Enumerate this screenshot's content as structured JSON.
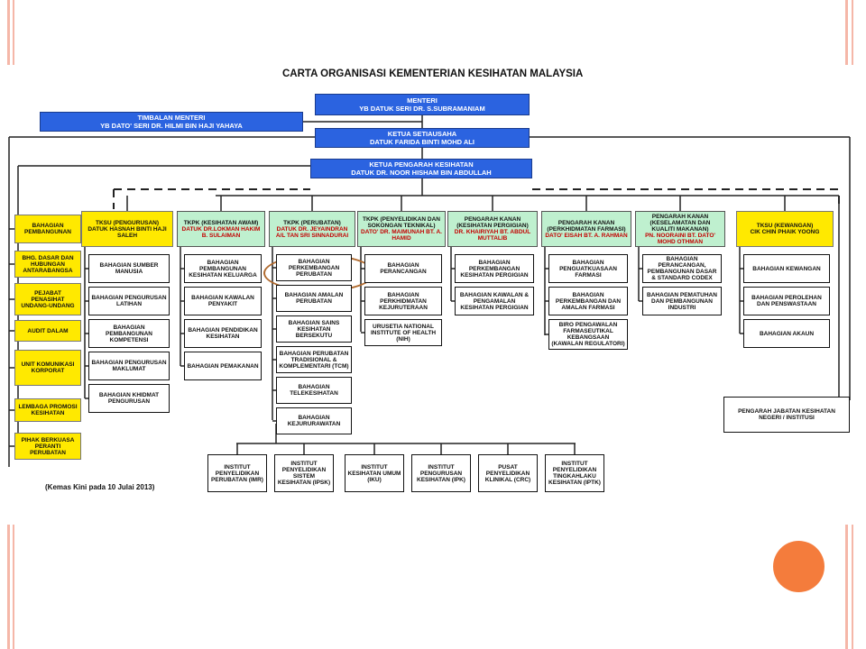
{
  "slide": {
    "accent_color": "#f47c3c",
    "stripe_color": "#f5b7a8",
    "note": "(Kemas Kini pada 10 Julai 2013)"
  },
  "chart": {
    "title": "CARTA ORGANISASI KEMENTERIAN KESIHATAN MALAYSIA",
    "menteri": {
      "role": "MENTERI",
      "name": "YB DATUK SERI DR. S.SUBRAMANIAM"
    },
    "timbalan": {
      "role": "TIMBALAN MENTERI",
      "name": "YB DATO' SERI DR. HILMI BIN HAJI YAHAYA"
    },
    "setiausaha": {
      "role": "KETUA SETIAUSAHA",
      "name": "DATUK FARIDA BINTI MOHD ALI"
    },
    "pengarah": {
      "role": "KETUA PENGARAH KESIHATAN",
      "name": "DATUK DR. NOOR HISHAM BIN ABDULLAH"
    },
    "left_units": [
      "BAHAGIAN PEMBANGUNAN",
      "BHG. DASAR DAN HUBUNGAN ANTARABANGSA",
      "PEJABAT PENASIHAT UNDANG-UNDANG",
      "AUDIT DALAM",
      "UNIT KOMUNIKASI KORPORAT",
      "LEMBAGA PROMOSI KESIHATAN",
      "PIHAK BERKUASA PERANTI PERUBATAN"
    ],
    "columns": [
      {
        "head": "TKSU (PENGURUSAN)",
        "person": "DATUK HASNAH BINTI HAJI SALEH",
        "units": [
          "BAHAGIAN SUMBER MANUSIA",
          "BAHAGIAN PENGURUSAN LATIHAN",
          "BAHAGIAN PEMBANGUNAN KOMPETENSI",
          "BAHAGIAN PENGURUSAN MAKLUMAT",
          "BAHAGIAN KHIDMAT PENGURUSAN"
        ]
      },
      {
        "head": "TKPK (KESIHATAN AWAM)",
        "person": "DATUK DR.LOKMAN HAKIM B. SULAIMAN",
        "units": [
          "BAHAGIAN PEMBANGUNAN KESIHATAN KELUARGA",
          "BAHAGIAN KAWALAN PENYAKIT",
          "BAHAGIAN PENDIDIKAN KESIHATAN",
          "BAHAGIAN PEMAKANAN"
        ]
      },
      {
        "head": "TKPK (PERUBATAN)",
        "person": "DATUK DR. JEYAINDRAN A/L TAN SRI SINNADURAI",
        "units": [
          "BAHAGIAN PERKEMBANGAN PERUBATAN",
          "BAHAGIAN AMALAN PERUBATAN",
          "BAHAGIAN SAINS KESIHATAN BERSEKUTU",
          "BAHAGIAN PERUBATAN TRADISIONAL & KOMPLEMENTARI (TCM)",
          "BAHAGIAN TELEKESIHATAN",
          "BAHAGIAN KEJURURAWATAN"
        ]
      },
      {
        "head": "TKPK (PENYELIDIKAN DAN SOKONGAN TEKNIKAL)",
        "person": "DATO' DR. MAIMUNAH BT. A. HAMID",
        "units": [
          "BAHAGIAN PERANCANGAN",
          "BAHAGIAN PERKHIDMATAN KEJURUTERAAN",
          "URUSETIA NATIONAL INSTITUTE OF HEALTH (NIH)"
        ]
      },
      {
        "head": "PENGARAH KANAN (KESIHATAN PERGIGIAN)",
        "person": "DR. KHAIRIYAH BT. ABDUL MUTTALIB",
        "units": [
          "BAHAGIAN PERKEMBANGAN KESIHATAN PERGIGIAN",
          "BAHAGIAN KAWALAN & PENGAMALAN KESIHATAN PERGIGIAN"
        ]
      },
      {
        "head": "PENGARAH KANAN (PERKHIDMATAN FARMASI)",
        "person": "DATO' EISAH BT. A. RAHMAN",
        "units": [
          "BAHAGIAN PENGUATKUASAAN FARMASI",
          "BAHAGIAN PERKEMBANGAN DAN AMALAN FARMASI",
          "BIRO PENGAWALAN FARMASEUTIKAL KEBANGSAAN (KAWALAN REGULATORI)"
        ]
      },
      {
        "head": "PENGARAH KANAN (KESELAMATAN DAN KUALITI MAKANAN)",
        "person": "PN. NOORAINI BT. DATO' MOHD OTHMAN",
        "units": [
          "BAHAGIAN PERANCANGAN, PEMBANGUNAN DASAR & STANDARD CODEX",
          "BAHAGIAN PEMATUHAN DAN PEMBANGUNAN INDUSTRI"
        ]
      },
      {
        "head": "TKSU (KEWANGAN)",
        "person": "CIK CHIN PHAIK YOONG",
        "units": [
          "BAHAGIAN KEWANGAN",
          "BAHAGIAN PEROLEHAN DAN PENSWASTAAN",
          "BAHAGIAN AKAUN"
        ]
      }
    ],
    "state_box": "PENGARAH JABATAN KESIHATAN NEGERI / INSTITUSI",
    "institutes": [
      "INSTITUT PENYELIDIKAN PERUBATAN (IMR)",
      "INSTITUT PENYELIDIKAN SISTEM KESIHATAN (IPSK)",
      "INSTITUT KESIHATAN UMUM (IKU)",
      "INSTITUT PENGURUSAN KESIHATAN (IPK)",
      "PUSAT PENYELIDIKAN KLINIKAL (CRC)",
      "INSTITUT PENYELIDIKAN TINGKAHLAKU KESIHATAN (IPTK)"
    ]
  }
}
